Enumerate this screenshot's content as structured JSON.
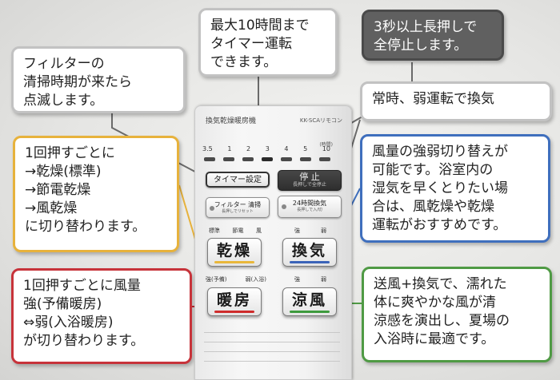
{
  "callouts": {
    "filter": "フィルターの\n清掃時期が来たら\n点滅します。",
    "timer": "最大10時間まで\nタイマー運転\nできます。",
    "stop": "3秒以上長押しで\n全停止します。",
    "always": "常時、弱運転で換気",
    "dry": "1回押すごとに\n→乾燥(標準)\n→節電乾燥\n→風乾燥\nに切り替わります。",
    "vent": "風量の強弱切り替えが\n可能です。浴室内の\n湿気を早くとりたい場\n合は、風乾燥や乾燥\n運転がおすすめです。",
    "heat": "1回押すごとに風量\n強(予備暖房)\n⇔弱(入浴暖房)\nが切り替わります。",
    "cool": "送風+換気で、濡れた\n体に爽やかな風が清\n涼感を演出し、夏場の\n入浴時に最適です。"
  },
  "panel": {
    "title": "換気乾燥暖房機",
    "model": "KK-SCAリモコン",
    "timer_unit": "(時間)",
    "timer_scale": [
      "3.5",
      "1",
      "2",
      "3",
      "4",
      "5",
      "10"
    ],
    "timer_button": "タイマー設定",
    "stop_button": "停 止",
    "stop_sub": "長押しで全停止",
    "filter_button": "フィルター 清掃",
    "filter_sub": "長押しでリセット",
    "h24_button": "24時間換気",
    "h24_sub": "長押しで入/切",
    "dry_labels": [
      "標準",
      "節電",
      "風"
    ],
    "vent_labels": [
      "強",
      "弱"
    ],
    "heat_labels": [
      "強(予備)",
      "弱(入浴)"
    ],
    "cool_labels": [
      "強",
      "弱"
    ],
    "dry_button": "乾燥",
    "vent_button": "換気",
    "heat_button": "暖房",
    "cool_button": "涼風"
  },
  "colors": {
    "dry": "#e9b73a",
    "vent": "#3a63b8",
    "heat": "#cf2c2c",
    "cool": "#3d9a3d"
  }
}
